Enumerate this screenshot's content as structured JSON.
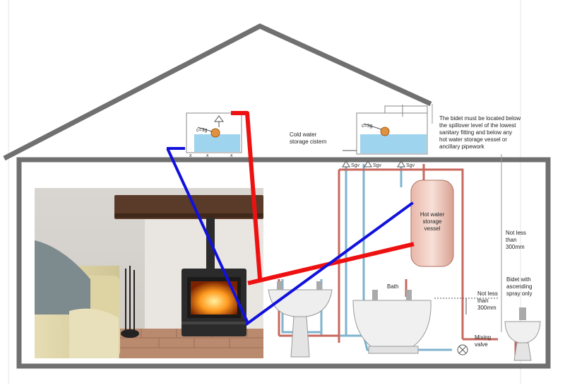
{
  "labels": {
    "cold_cistern_line1": "Cold water",
    "cold_cistern_line2": "storage cistern",
    "note_line1": "The bidet must be located below",
    "note_line2": "the spillover level of the lowest",
    "note_line3": "sanitary fitting and below any",
    "note_line4": "hot water storage vessel or",
    "note_line5": "ancillary pipework",
    "hw_line1": "Hot water",
    "hw_line2": "storage",
    "hw_line3": "vessel",
    "nlt300_a_line1": "Not less",
    "nlt300_a_line2": "than",
    "nlt300_a_line3": "300mm",
    "nlt300_b_line1": "Not less",
    "nlt300_b_line2": "than",
    "nlt300_b_line3": "300mm",
    "bath": "Bath",
    "bidet_line1": "Bidet with",
    "bidet_line2": "ascending",
    "bidet_line3": "spray only",
    "mixing_line1": "Mixing",
    "mixing_line2": "valve",
    "sgv_1": "Sgv",
    "sgv_2": "Sgv",
    "sgv_3": "Sgv",
    "cistern_small_tag": "c=3g",
    "cistern_large_tag": "c=3g"
  },
  "colors": {
    "house_outline": "#707070",
    "hot_pipe": "#ee1111",
    "cold_pipe": "#1111dd",
    "diagram_hot": "#c8685e",
    "diagram_cold": "#7fb3cf",
    "cistern_water": "#9fd4ef",
    "vessel_fill": "#f2cfc6"
  }
}
